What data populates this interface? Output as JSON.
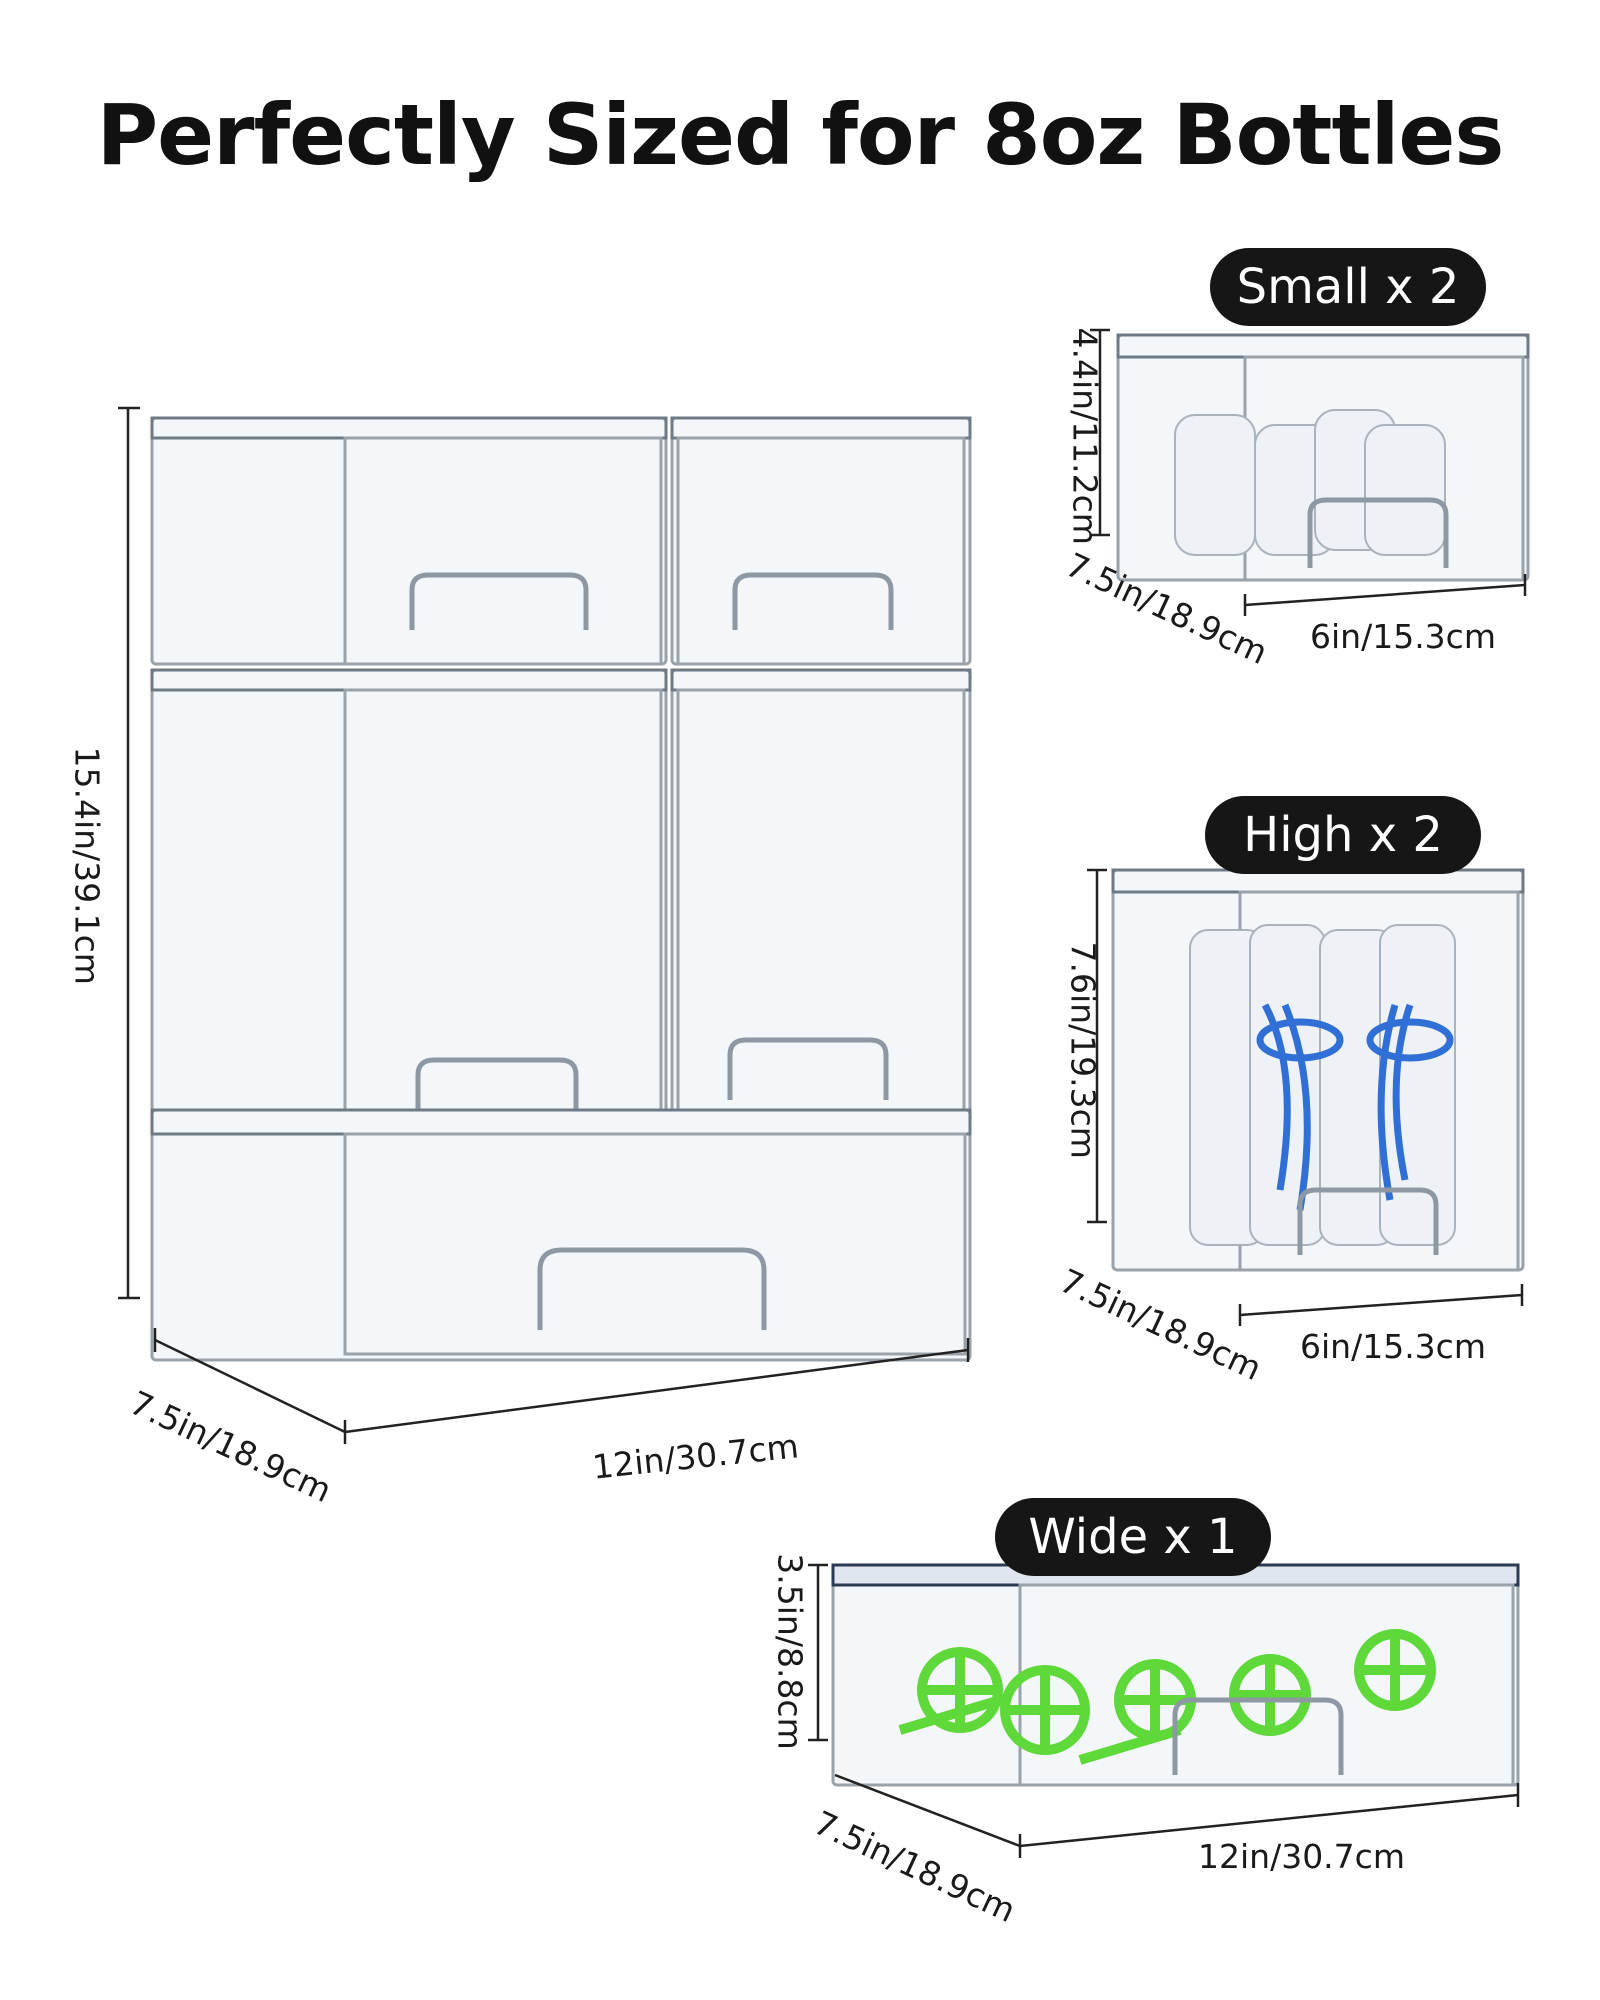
{
  "title": "Perfectly Sized for 8oz Bottles",
  "main_stack": {
    "height": "15.4in/39.1cm",
    "depth": "7.5in/18.9cm",
    "width": "12in/30.7cm"
  },
  "small": {
    "label": "Small x 2",
    "height": "4.4in/11.2cm",
    "depth": "7.5in/18.9cm",
    "width": "6in/15.3cm"
  },
  "high": {
    "label": "High x 2",
    "height": "7.6in/19.3cm",
    "depth": "7.5in/18.9cm",
    "width": "6in/15.3cm"
  },
  "wide": {
    "label": "Wide x 1",
    "height": "3.5in/8.8cm",
    "depth": "7.5in/18.9cm",
    "width": "12in/30.7cm"
  },
  "colors": {
    "pill": "#161616",
    "bottle_blue": "#2f6fd6",
    "accent_green": "#5fd83a"
  }
}
